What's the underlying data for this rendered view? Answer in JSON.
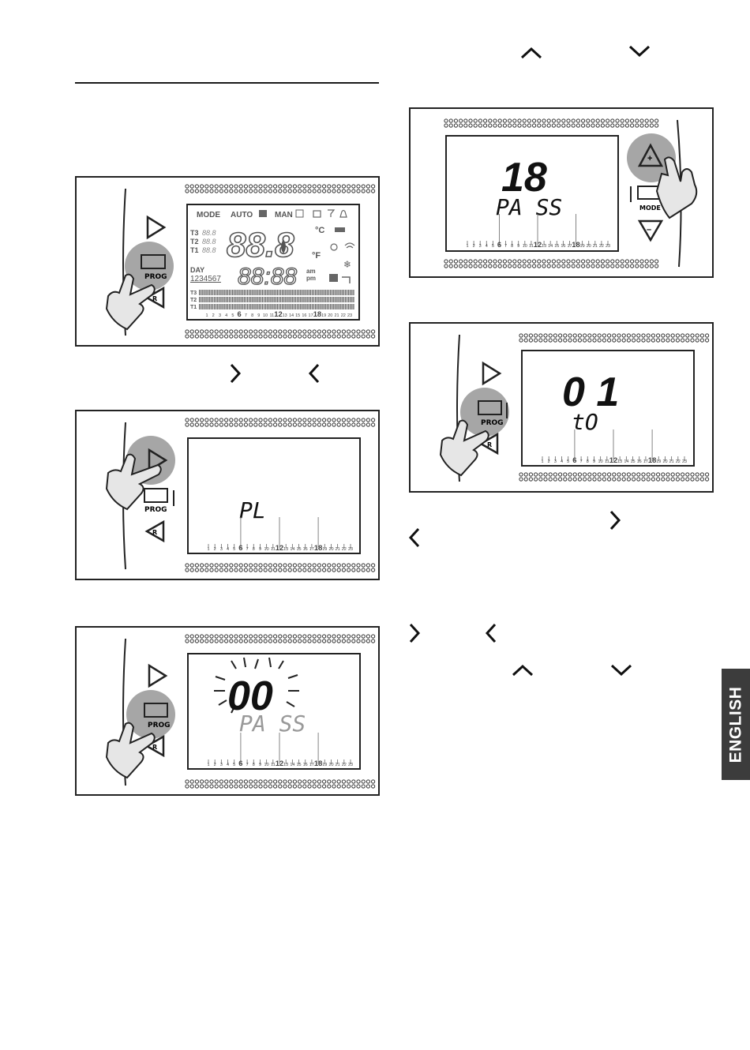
{
  "side_tab": {
    "label": "ENGLISH"
  },
  "panel1": {
    "mode": "MODE",
    "auto": "AUTO",
    "man": "MAN",
    "t3": "T3",
    "t2": "T2",
    "t1": "T1",
    "tval": "88.8",
    "big_temp": "88.8",
    "celsius": "°C",
    "fahrenheit": "°F",
    "day": "DAY",
    "days": "1234567",
    "clock": "88:88",
    "am": "am",
    "pm": "pm",
    "prog_label": "PROG",
    "r_label": "R"
  },
  "panel2": {
    "display": "PL",
    "prog_label": "PROG",
    "r_label": "R"
  },
  "panel3": {
    "display_big": "00",
    "display_small": "PA SS",
    "prog_label": "PROG",
    "r_label": "R"
  },
  "panel4": {
    "display_big": "18",
    "display_small": "PA SS",
    "mode_label": "MODE",
    "plus": "+",
    "minus": "–"
  },
  "panel5": {
    "display_big": "0 1",
    "display_small": "tO",
    "prog_label": "PROG",
    "r_label": "R"
  },
  "timeline": {
    "hours": [
      "1",
      "2",
      "3",
      "4",
      "5",
      "6",
      "7",
      "8",
      "9",
      "10",
      "11",
      "12",
      "13",
      "14",
      "15",
      "16",
      "17",
      "18",
      "19",
      "20",
      "21",
      "22",
      "23"
    ],
    "major": [
      "6",
      "12",
      "18"
    ]
  }
}
